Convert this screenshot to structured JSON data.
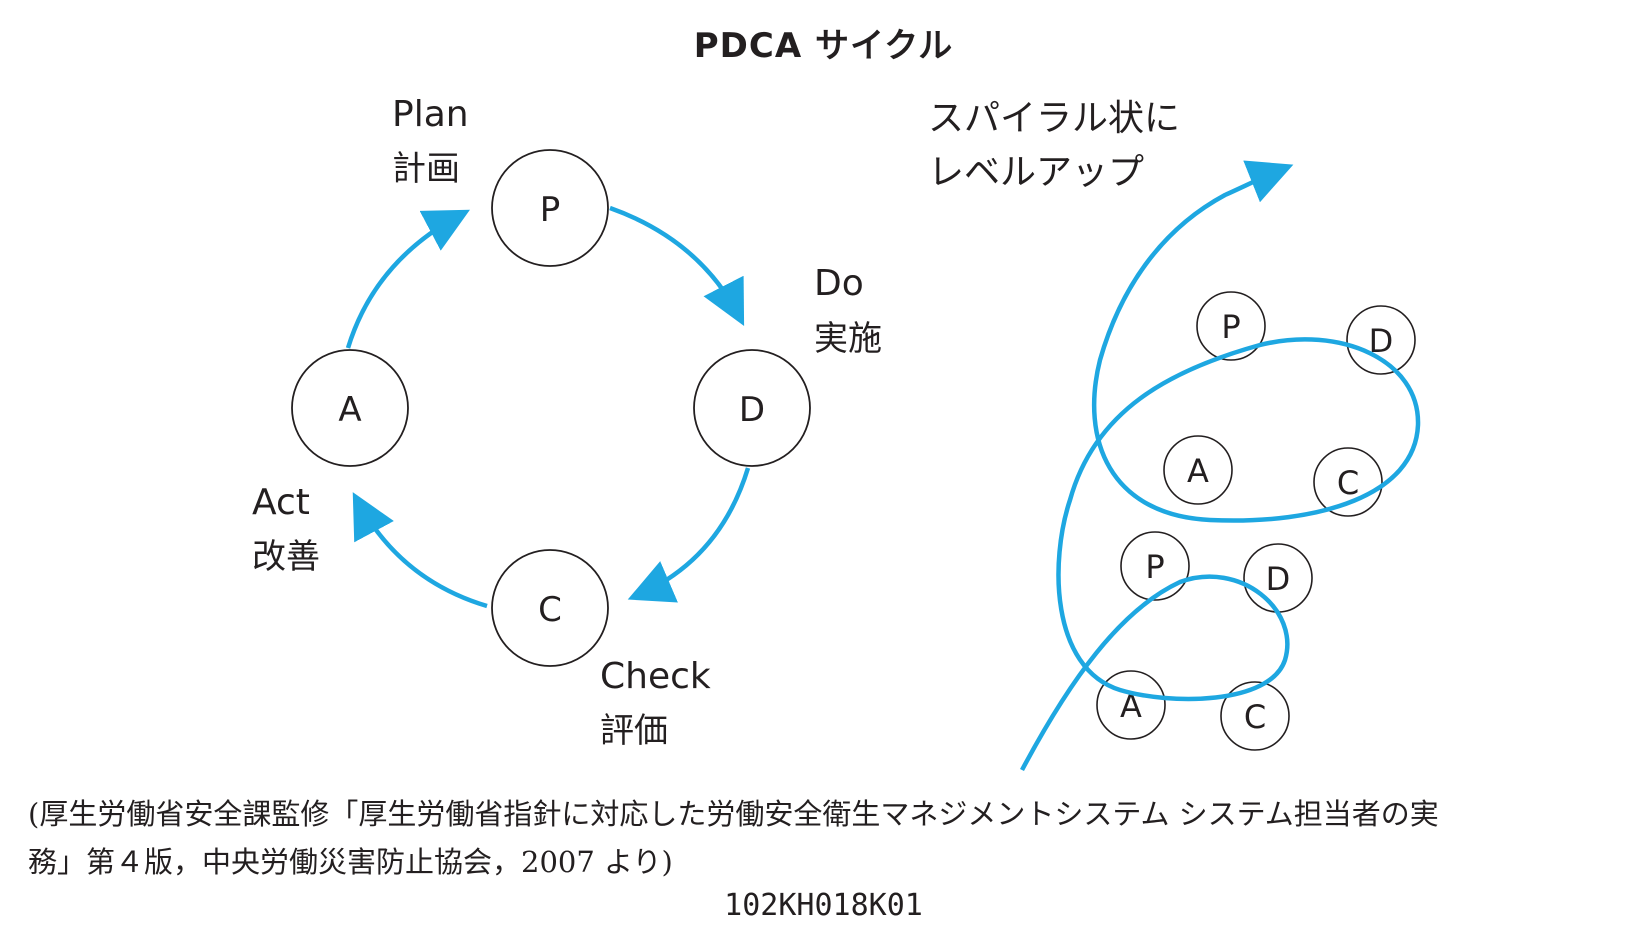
{
  "title": "PDCA サイクル",
  "cycle": {
    "nodes": {
      "p": "P",
      "d": "D",
      "c": "C",
      "a": "A"
    },
    "labels": {
      "plan_en": "Plan",
      "plan_ja": "計画",
      "do_en": "Do",
      "do_ja": "実施",
      "check_en": "Check",
      "check_ja": "評価",
      "act_en": "Act",
      "act_ja": "改善"
    }
  },
  "spiral": {
    "label_line1": "スパイラル状に",
    "label_line2": "レベルアップ",
    "upper": {
      "p": "P",
      "d": "D",
      "a": "A",
      "c": "C"
    },
    "lower": {
      "p": "P",
      "d": "D",
      "a": "A",
      "c": "C"
    }
  },
  "caption": {
    "line1": "(厚生労働省安全課監修「厚生労働省指針に対応した労働安全衛生マネジメントシステム システム担当者の実",
    "line2": "務」第４版，中央労働災害防止協会，2007 より)"
  },
  "code": "102KH018K01",
  "colors": {
    "arrow": "#1ea7e1",
    "ink": "#231f20"
  }
}
